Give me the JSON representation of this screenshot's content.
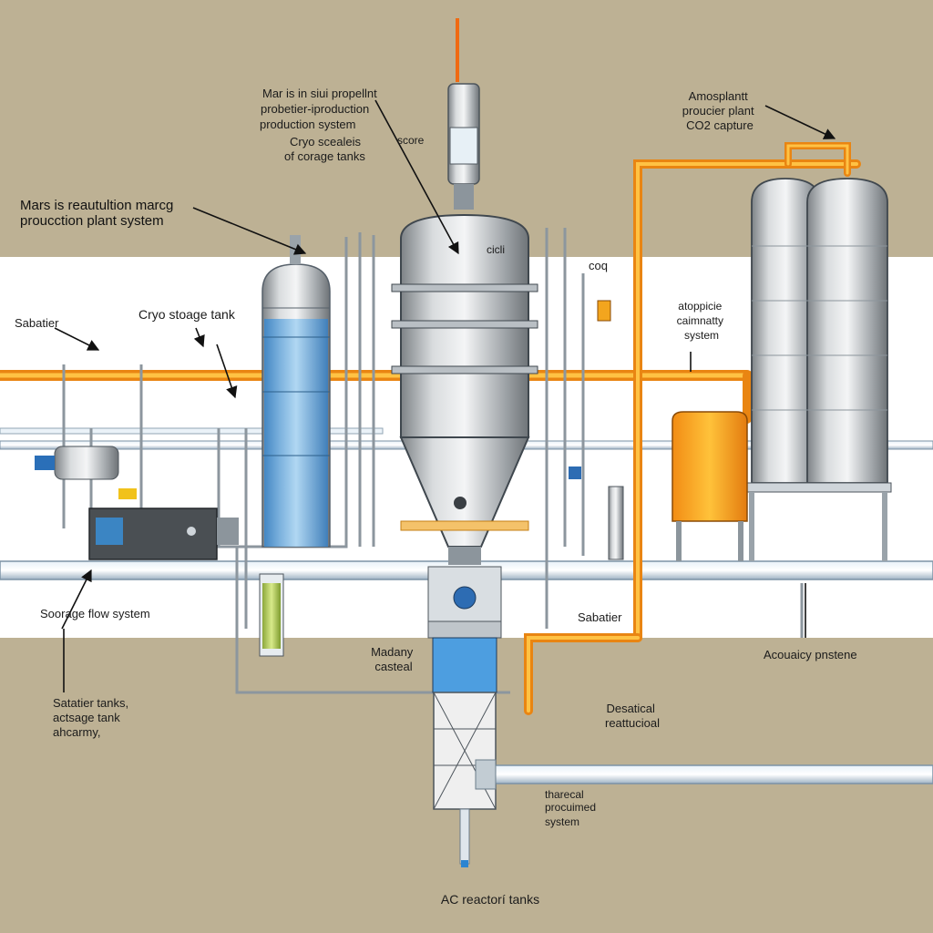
{
  "labels": {
    "mars_insitu": [
      "Mar is in siui propellnt",
      "probetier-iproduction",
      "production system"
    ],
    "cryo_score": [
      "Cryo scealeis",
      "of corage tanks"
    ],
    "score": "score",
    "mars_plant": [
      "Mars is reautultion marcg",
      "proucction plant system"
    ],
    "sabatier_left": "Sabatier",
    "cryo_tank": "Cryo stoage tank",
    "co2_top": "coq",
    "atmo_plant": [
      "Amosplantt",
      "proucier plant",
      "CO2 capture"
    ],
    "atmo_capacity": [
      "atoppicie",
      "caimnatty",
      "system"
    ],
    "storage_flow": "Soorage flow system",
    "sabatier_tanks": [
      "Satatier tanks,",
      "actsage tank",
      "ahcarmy,"
    ],
    "masonry": [
      "Madany",
      "casteal"
    ],
    "sabatier_mid": "Sabatier",
    "acuity": "Acouaicy pnstene",
    "desatical": [
      "Desatical",
      "reattucioal"
    ],
    "hareal": [
      "tharecal",
      "procuimed",
      "system"
    ],
    "reactor": "AC reactorí tanks",
    "vessel_tag": "cicli"
  },
  "colors": {
    "background": "#bdb194",
    "band": "#ffffff",
    "orange_pipe": "#f3a51e",
    "blue_liquid": "#6aaee3",
    "steel": "#c9cdd0"
  }
}
